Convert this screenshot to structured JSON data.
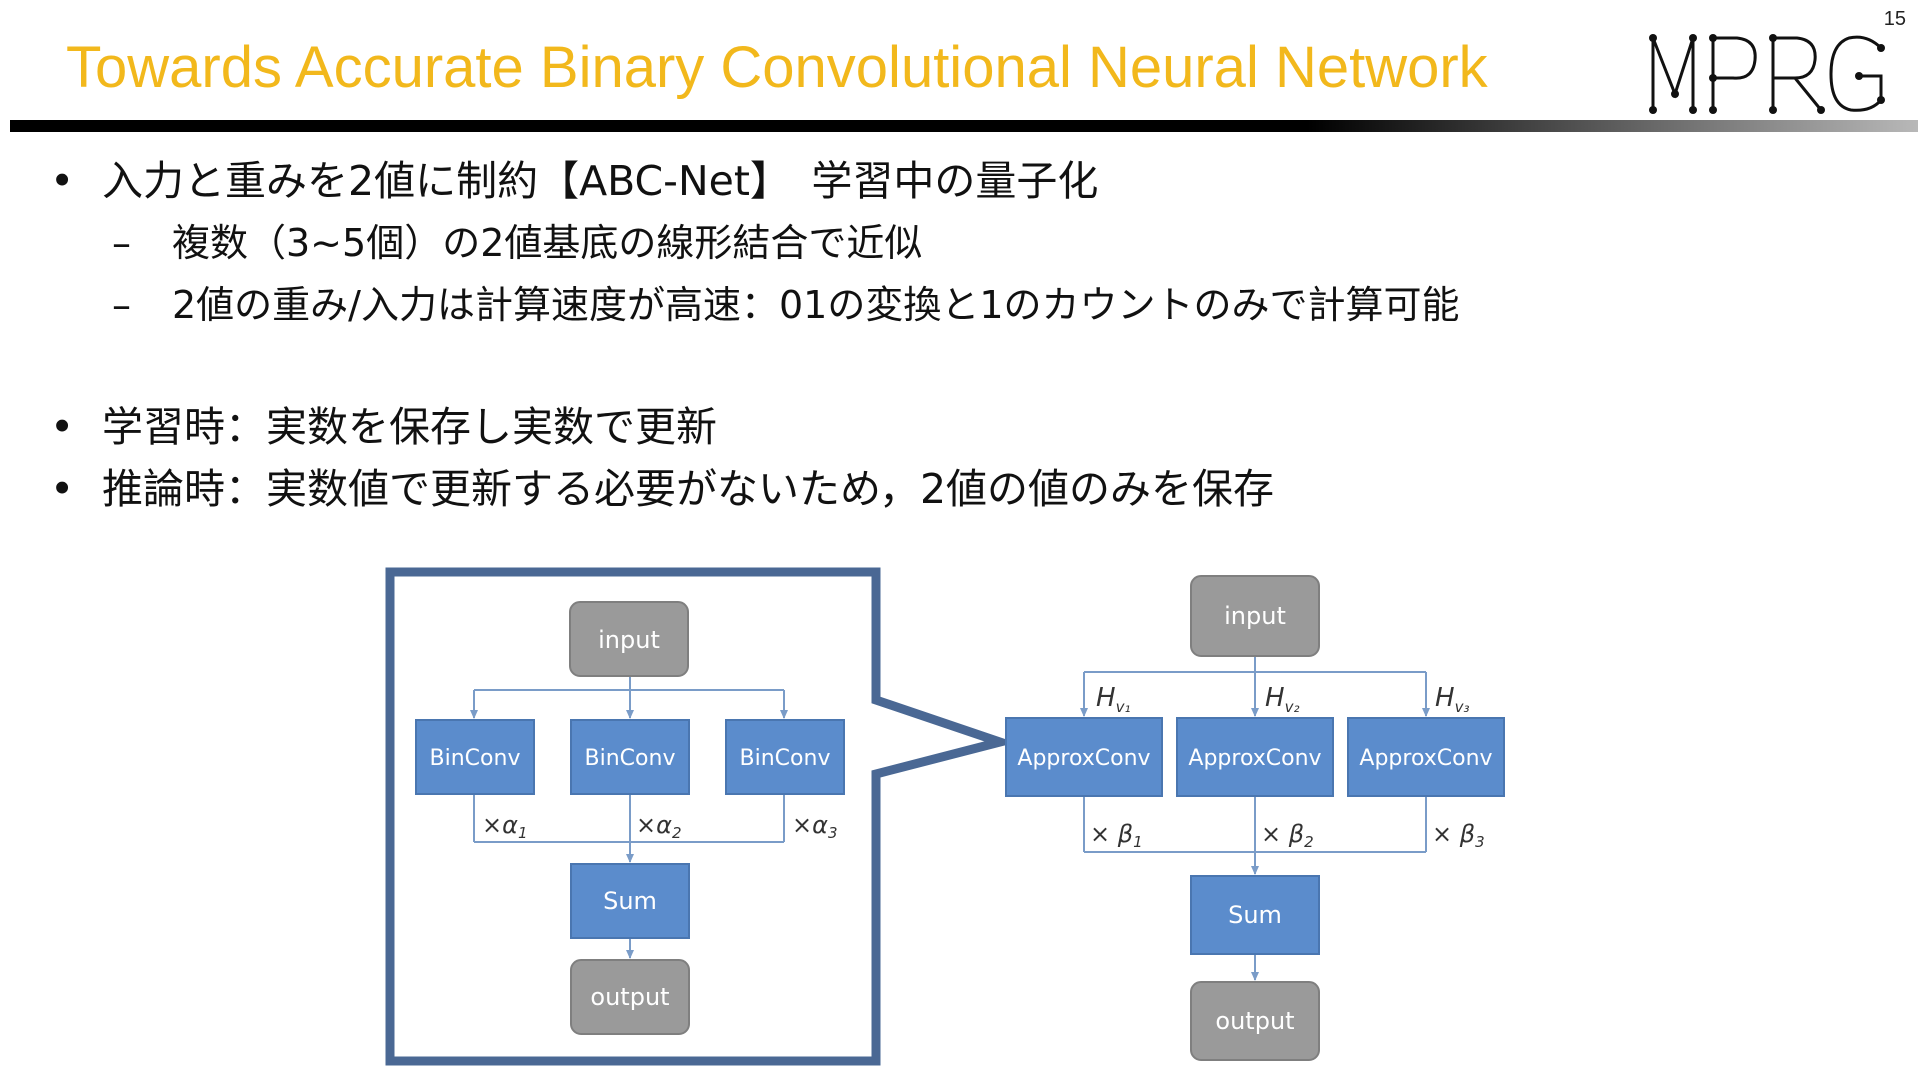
{
  "slide": {
    "page_number": "15",
    "title": "Towards Accurate Binary Convolutional Neural Network",
    "logo_text": "MPRG"
  },
  "bullets": {
    "b1_text": "入力と重みを2値に制約【ABC-Net】　学習中の量子化",
    "b1_sub1": "複数（3~5個）の2値基底の線形結合で近似",
    "b1_sub2": "2値の重み/入力は計算速度が高速：01の変換と1のカウントのみで計算可能",
    "b2_text": "学習時：実数を保存し実数で更新",
    "b3_text": "推論時：実数値で更新する必要がないため，2値の値のみを保存"
  },
  "diagram": {
    "colors": {
      "gray_box": "#9a9a9a",
      "blue_box": "#5b8ccc",
      "frame": "#4a6894",
      "arrow": "#7a9cc8"
    },
    "left": {
      "input": "input",
      "binconv": [
        "BinConv",
        "BinConv",
        "BinConv"
      ],
      "alpha": [
        "×α",
        "×α",
        "×α"
      ],
      "alpha_sub": [
        "1",
        "2",
        "3"
      ],
      "sum": "Sum",
      "output": "output"
    },
    "right": {
      "input": "input",
      "h": [
        "H",
        "H",
        "H"
      ],
      "h_sub": [
        "v₁",
        "v₂",
        "v₃"
      ],
      "approx": [
        "ApproxConv",
        "ApproxConv",
        "ApproxConv"
      ],
      "beta": [
        "× β",
        "× β",
        "× β"
      ],
      "beta_sub": [
        "1",
        "2",
        "3"
      ],
      "sum": "Sum",
      "output": "output"
    }
  }
}
